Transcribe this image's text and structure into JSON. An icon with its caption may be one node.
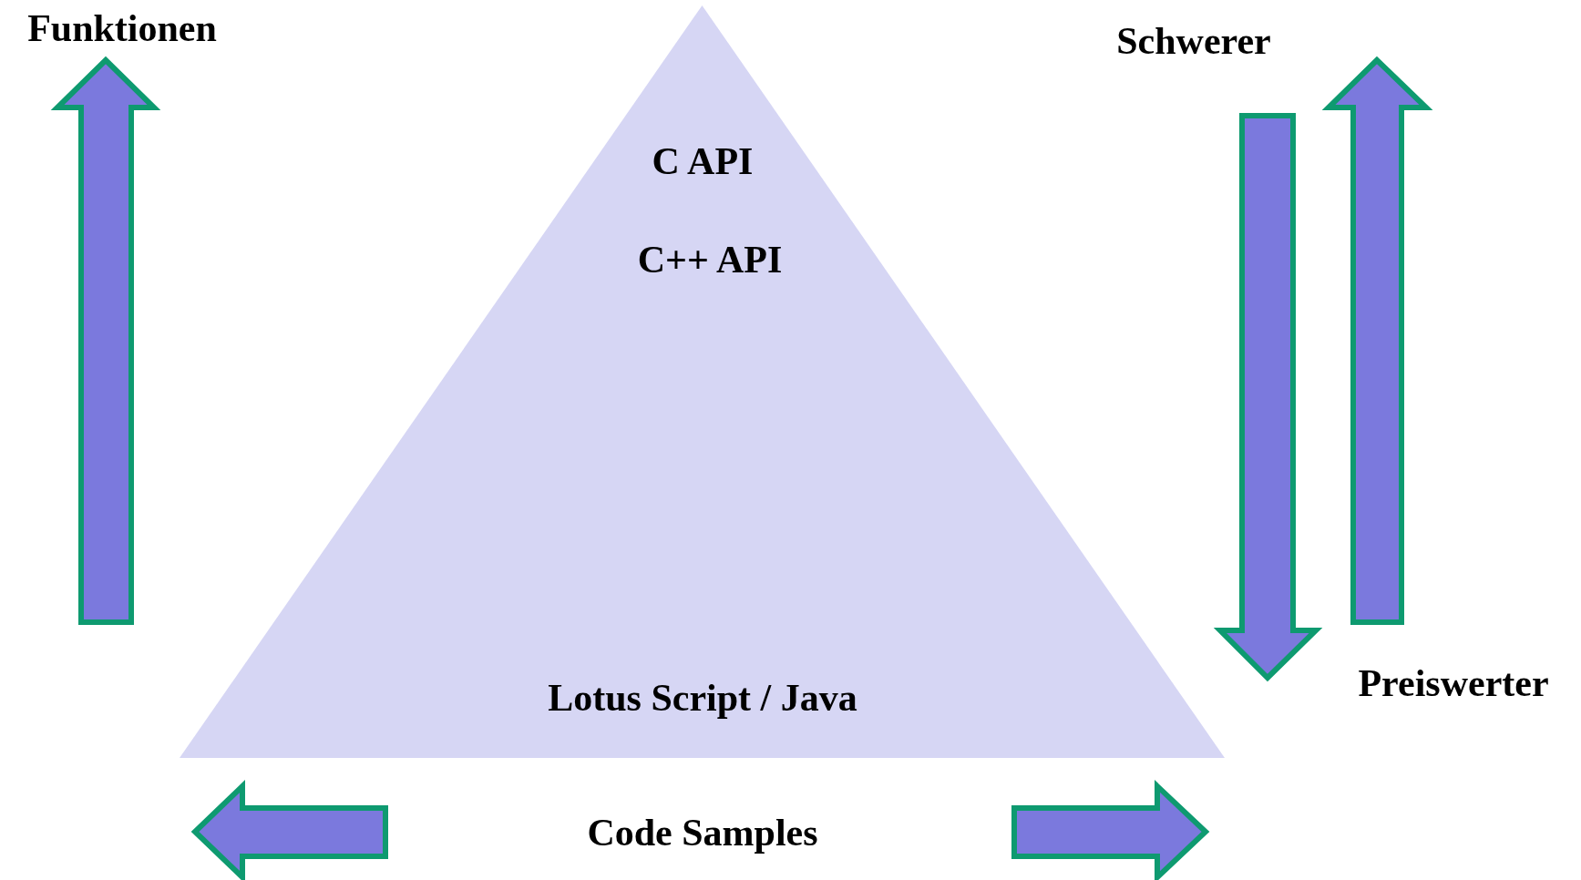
{
  "diagram": {
    "nodes": [
      {
        "text": [
          "C API",
          "C++ API",
          "Lotus Script / Java"
        ]
      }
    ],
    "edges": [],
    "labels": [
      "Funktionen",
      "Schwerer",
      "Preiswerter",
      "Code Samples"
    ]
  }
}
